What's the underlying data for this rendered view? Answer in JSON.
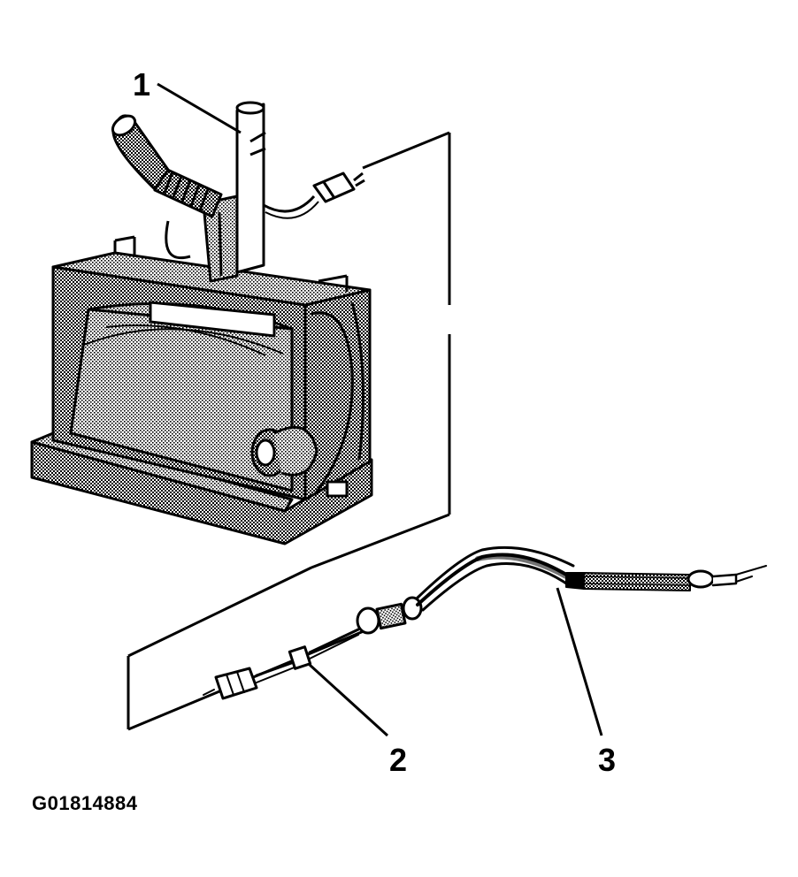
{
  "figure": {
    "id": "G01814884",
    "callouts": [
      {
        "number": "1"
      },
      {
        "number": "2"
      },
      {
        "number": "3"
      }
    ]
  },
  "colors": {
    "ink": "#000000",
    "shade": "#7a7a7a",
    "paper": "#ffffff"
  }
}
